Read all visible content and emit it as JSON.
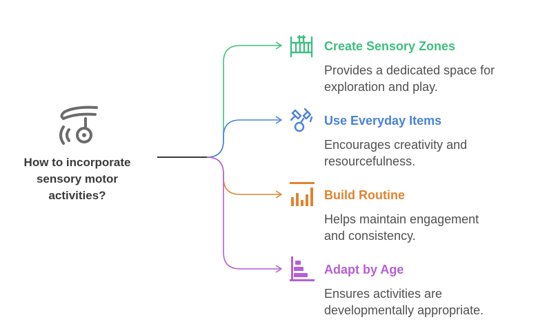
{
  "root": {
    "question": "How to incorporate\nsensory motor\nactivities?",
    "icon": "hand-spinning-toy-icon"
  },
  "branches": [
    {
      "title": "Create Sensory Zones",
      "description": "Provides a dedicated space for\nexploration and play.",
      "color": "#3fbf7f",
      "icon": "crib-icon"
    },
    {
      "title": "Use Everyday Items",
      "description": "Encourages creativity and\nresourcefulness.",
      "color": "#4a82d9",
      "icon": "tools-icon"
    },
    {
      "title": "Build Routine",
      "description": "Helps maintain engagement\nand consistency.",
      "color": "#de8430",
      "icon": "bar-chart-icon"
    },
    {
      "title": "Adapt by Age",
      "description": "Ensures activities are\ndevelopmentally appropriate.",
      "color": "#b45fd6",
      "icon": "abacus-icon"
    }
  ]
}
